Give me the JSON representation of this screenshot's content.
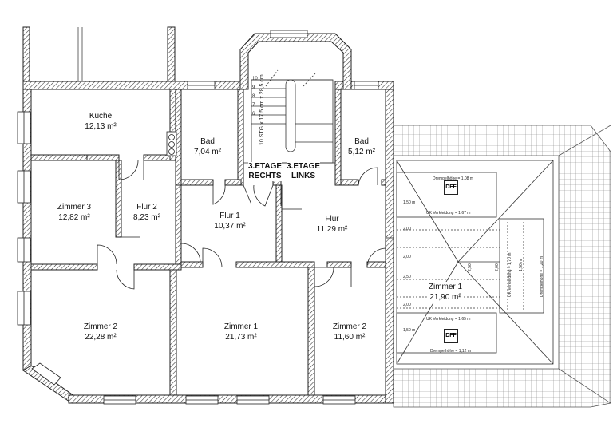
{
  "rooms": {
    "kueche": {
      "name": "Küche",
      "area": "12,13 m²"
    },
    "bad_left": {
      "name": "Bad",
      "area": "7,04 m²"
    },
    "zimmer3": {
      "name": "Zimmer 3",
      "area": "12,82 m²"
    },
    "flur2": {
      "name": "Flur 2",
      "area": "8,23 m²"
    },
    "flur1": {
      "name": "Flur 1",
      "area": "10,37 m²"
    },
    "flur": {
      "name": "Flur",
      "area": "11,29 m²"
    },
    "bad_right": {
      "name": "Bad",
      "area": "5,12 m²"
    },
    "zimmer2_left": {
      "name": "Zimmer 2",
      "area": "22,28 m²"
    },
    "zimmer1_mid": {
      "name": "Zimmer 1",
      "area": "21,73 m²"
    },
    "zimmer2_right": {
      "name": "Zimmer 2",
      "area": "11,60 m²"
    },
    "zimmer1_roof": {
      "name": "Zimmer 1",
      "area": "21,90 m²"
    }
  },
  "stair": {
    "note": "10 STG x 17,5 cm x 28,5 cm",
    "steps": [
      "10",
      "9",
      "8",
      "7",
      "6"
    ],
    "label_rechts": [
      "3.ETAGE",
      "RECHTS"
    ],
    "label_links": [
      "3.ETAGE",
      "LINKS"
    ]
  },
  "roof": {
    "dff": "DFF",
    "dim_top": "Drempelhöhe = 1,08 m",
    "uk_top": "UK Verkleidung = 1,67 m",
    "uk_bottom": "UK Verkleidung = 1,65 m",
    "dim_bottom": "Drempelhöhe = 1,12 m",
    "uk_vert": "UK Verkleidung = 1,70 m",
    "drempel_vert": "Drempelhöhe = 1,20 m",
    "levels": [
      "1,50 m",
      "2,00",
      "2,00",
      "2,50",
      "2,00",
      "1,50 m",
      "2,50",
      "2,00",
      "1,50 m"
    ]
  }
}
